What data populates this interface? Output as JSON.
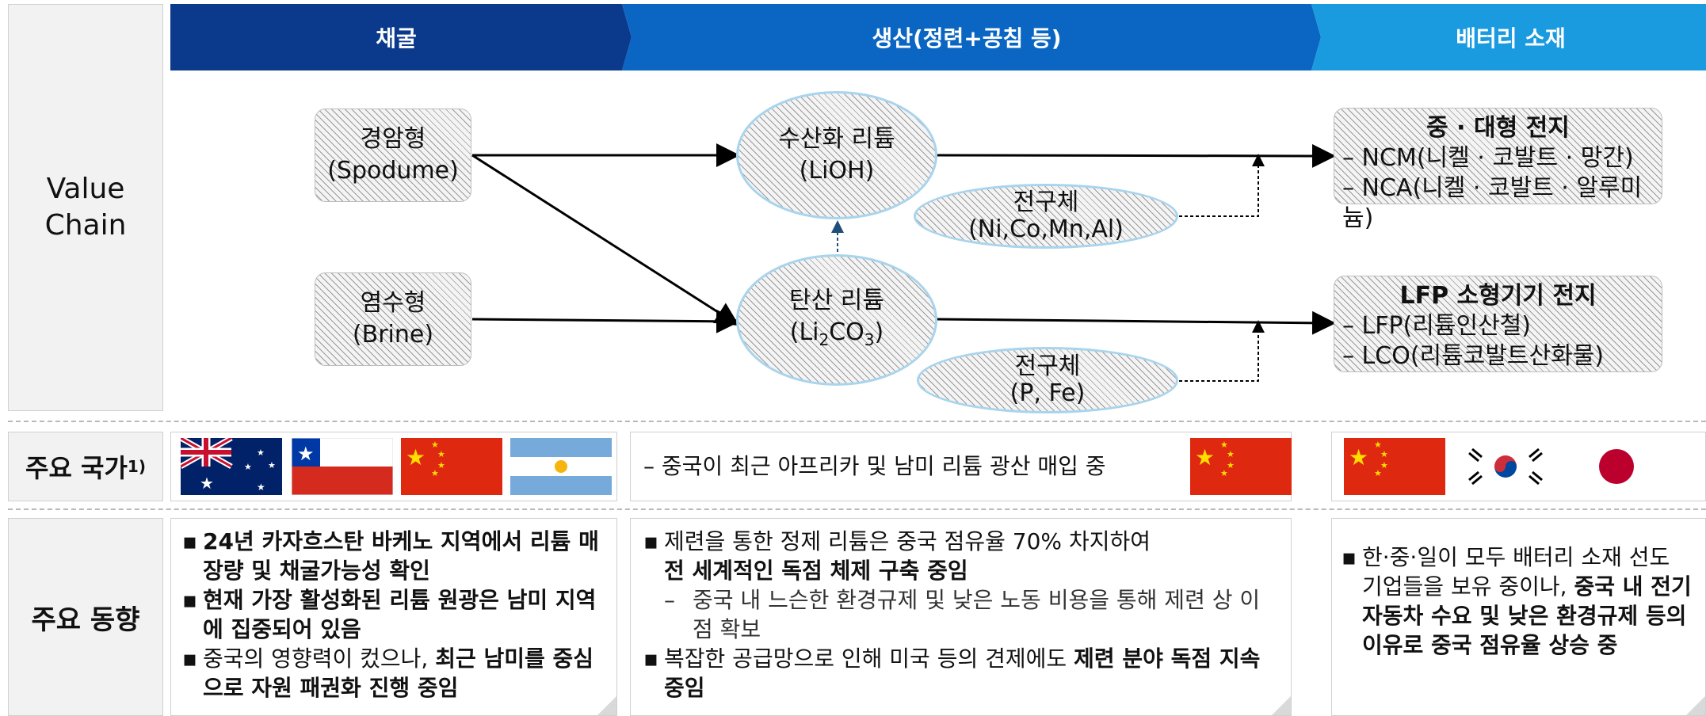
{
  "stages": [
    {
      "label": "채굴",
      "color": "#0b3a8c"
    },
    {
      "label": "생산(정련+공침 등)",
      "color": "#0a66c2"
    },
    {
      "label": "배터리 소재",
      "color": "#1a9be0"
    }
  ],
  "rows": {
    "value_chain": "Value\nChain",
    "countries": "주요 국가",
    "countries_sup": "1)",
    "trends": "주요 동향"
  },
  "diagram": {
    "hard_rock": {
      "line1": "경암형",
      "line2": "(Spodume)"
    },
    "brine": {
      "line1": "염수형",
      "line2": "(Brine)"
    },
    "lioh": {
      "line1": "수산화 리튬",
      "line2": "(LiOH)"
    },
    "li2co3": {
      "line1": "탄산 리튬",
      "line2_a": "(Li",
      "sub2": "2",
      "line2_b": "CO",
      "sub3": "3",
      "line2_c": ")"
    },
    "precursor1": {
      "line1": "전구체",
      "line2": "(Ni,Co,Mn,Al)"
    },
    "precursor2": {
      "line1": "전구체",
      "line2": "(P, Fe)"
    },
    "battery1": {
      "title": "중 · 대형 전지",
      "items": [
        "NCM(니켈 · 코발트 · 망간)",
        "NCA(니켈 · 코발트 · 알루미늄)"
      ]
    },
    "battery2": {
      "title": "LFP 소형기기 전지",
      "items": [
        "LFP(리튬인산철)",
        "LCO(리튬코발트산화물)"
      ]
    }
  },
  "countries": {
    "mining": [
      "australia-flag",
      "chile-flag",
      "china-flag",
      "argentina-flag"
    ],
    "production_note": "– 중국이 최근 아프리카 및 남미 리튬 광산 매입 중",
    "production": [
      "china-flag"
    ],
    "battery": [
      "china-flag",
      "korea-flag",
      "japan-flag"
    ]
  },
  "trends": {
    "mining": [
      {
        "plain": "",
        "bold": "24년 카자흐스탄 바케노 지역에서 리튬 매장량 및 채굴가능성 확인"
      },
      {
        "plain": "",
        "bold": "현재 가장 활성화된 리튬 원광은 남미 지역에 집중되어 있음"
      },
      {
        "plain": "중국의 영향력이 컸으나, ",
        "bold": "최근 남미를 중심으로 자원 패권화 진행 중임"
      }
    ],
    "production": {
      "b1_plain": "제련을 통한 정제 리튬은 중국 점유율 70% 차지하여",
      "b1_bold": "전 세계적인 독점 체제 구축 중임",
      "b1_sub": "중국 내 느슨한 환경규제 및 낮은 노동 비용을 통해 제련 상 이점 확보",
      "b2_plain": "복잡한 공급망으로 인해 미국 등의 견제에도 ",
      "b2_bold": "제련 분야 독점 지속 중임"
    },
    "battery": {
      "plain": "한·중·일이 모두 배터리 소재 선도 기업들을 보유 중이나, ",
      "bold": "중국 내 전기자동차 수요 및 낮은 환경규제 등의 이유로 중국 점유율 상승 중"
    }
  },
  "marker": "▪",
  "dash_marker": "–"
}
